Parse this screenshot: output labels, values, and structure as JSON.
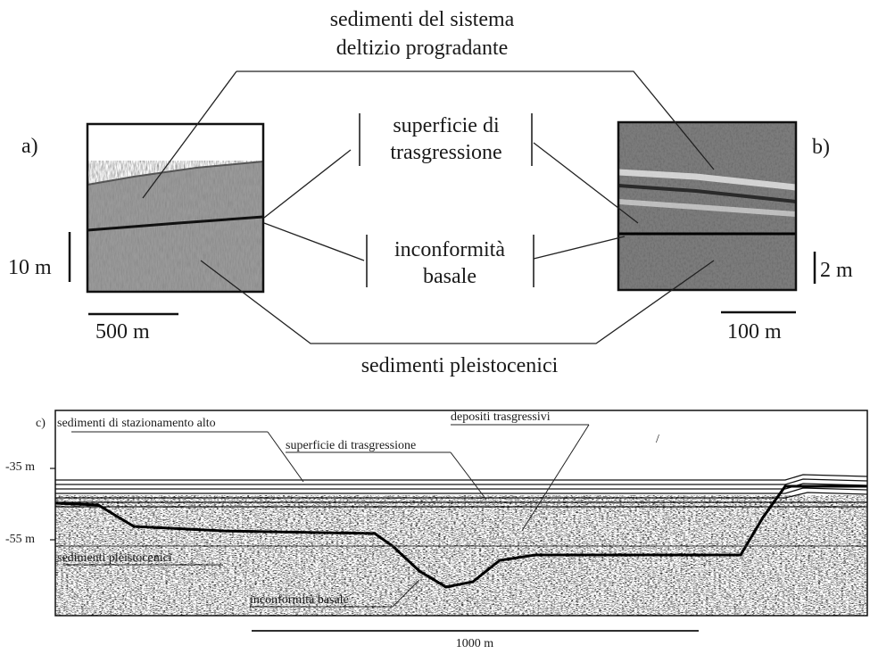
{
  "top": {
    "title_line1": "sedimenti del sistema",
    "title_line2": "deltizio progradante",
    "label_a": "a)",
    "label_b": "b)",
    "box_upper_line1": "superficie di",
    "box_upper_line2": "trasgressione",
    "box_lower_line1": "inconformità",
    "box_lower_line2": "basale",
    "bottom_label": "sedimenti pleistocenici",
    "scale_a_vertical": "10 m",
    "scale_a_horizontal": "500 m",
    "scale_b_vertical": "2 m",
    "scale_b_horizontal": "100 m"
  },
  "profile_c": {
    "panel_label": "c)",
    "label_high_stand": "sedimenti di stazionamento alto",
    "label_transgressive_deposits": "depositi trasgressivi",
    "label_transgression_surface": "superficie di trasgressione",
    "label_pleistocene": "sedimenti pleistocenici",
    "label_basal_unconformity": "inconformità basale",
    "depth_top": "-35 m",
    "depth_bottom": "-55 m",
    "scale_horizontal": "1000 m",
    "mark": "/"
  }
}
